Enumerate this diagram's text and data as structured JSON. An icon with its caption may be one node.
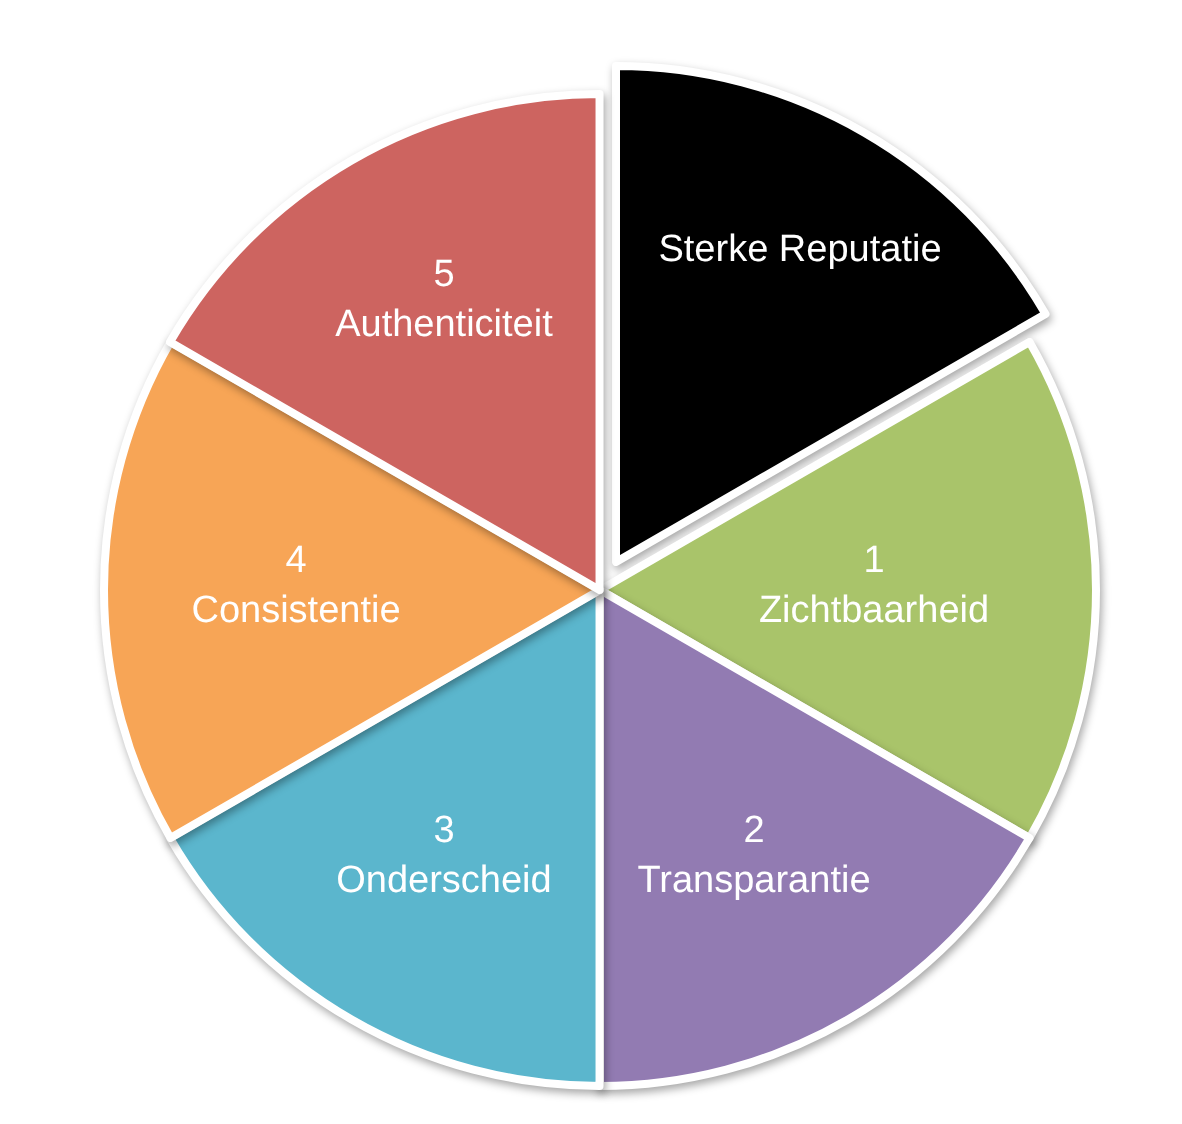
{
  "diagram": {
    "nodes": [
      {
        "text": [
          "Sterke Reputatie"
        ]
      },
      {
        "text": [
          "1",
          "Zichtbaarheid"
        ]
      },
      {
        "text": [
          "2",
          "Transparantie"
        ]
      },
      {
        "text": [
          "3",
          "Onderscheid"
        ]
      },
      {
        "text": [
          "4",
          "Consistentie"
        ]
      },
      {
        "text": [
          "5",
          "Authenticiteit"
        ]
      }
    ]
  }
}
